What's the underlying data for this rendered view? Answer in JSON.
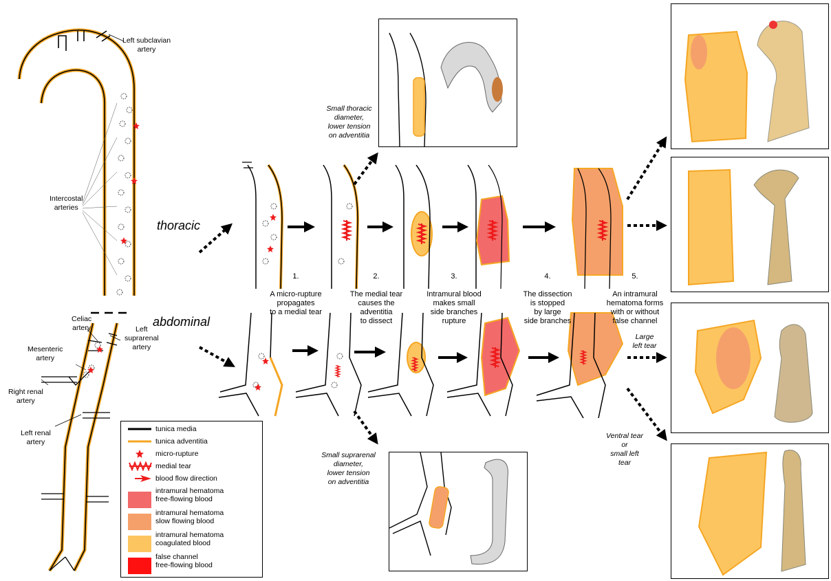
{
  "colors": {
    "media": "#000000",
    "adventitia": "#f5a623",
    "rupture": "#ee1c1c",
    "hematoma_free": "#f26a6a",
    "hematoma_slow": "#f5a06a",
    "hematoma_coag": "#fcc560",
    "false_channel": "#ff1010"
  },
  "anatomy": {
    "left_subclavian": "Left subclavian\nartery",
    "intercostal": "Intercostal\narteries",
    "celiac": "Celiac\nartery",
    "left_suprarenal": "Left\nsuprarenal\nartery",
    "mesenteric": "Mesenteric\nartery",
    "right_renal": "Right renal\nartery",
    "left_renal": "Left renal\nartery"
  },
  "regions": {
    "thoracic": "thoracic",
    "abdominal": "abdominal"
  },
  "steps": [
    {
      "num": "1.",
      "text": "A micro-rupture\npropagates\nto a medial tear"
    },
    {
      "num": "2.",
      "text": "The medial tear\ncauses the\nadventitia\nto dissect"
    },
    {
      "num": "3.",
      "text": "Intramural blood\nmakes small\nside branches\nrupture"
    },
    {
      "num": "4.",
      "text": "The dissection\nis stopped\nby large\nside branches"
    },
    {
      "num": "5.",
      "text": "An intramural\nhematoma forms\nwith or without\nfalse channel"
    }
  ],
  "notes": {
    "thoracic_small": "Small thoracic\ndiameter,\nlower tension\non adventitia",
    "suprarenal_small": "Small suprarenal\ndiameter,\nlower tension\non adventitia",
    "large_left_tear": "Large\nleft tear",
    "ventral_tear": "Ventral tear\nor\nsmall left\ntear"
  },
  "legend": [
    {
      "icon": "media-line",
      "label": "tunica media"
    },
    {
      "icon": "adventitia-line",
      "label": "tunica adventitia"
    },
    {
      "icon": "star",
      "label": "micro-rupture"
    },
    {
      "icon": "zigzag",
      "label": "medial tear"
    },
    {
      "icon": "arrow",
      "label": "blood flow direction"
    },
    {
      "icon": "swatch-free",
      "label": "intramural hematoma\nfree-flowing blood"
    },
    {
      "icon": "swatch-slow",
      "label": "intramural hematoma\nslow flowing blood"
    },
    {
      "icon": "swatch-coag",
      "label": "intramural hematoma\ncoagulated blood"
    },
    {
      "icon": "swatch-false",
      "label": "false channel\nfree-flowing blood"
    }
  ]
}
